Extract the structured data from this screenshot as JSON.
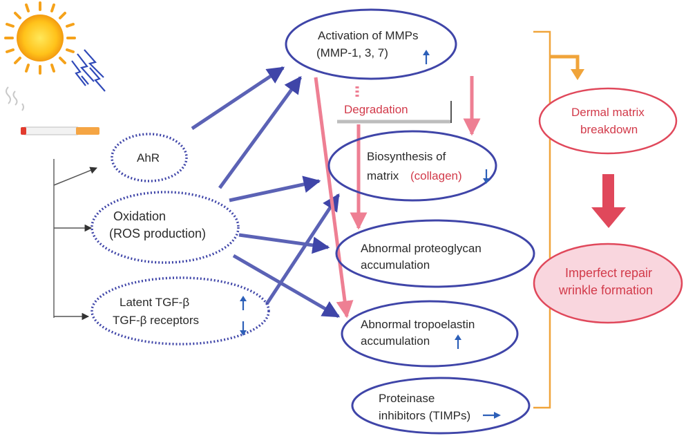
{
  "colors": {
    "blue_node": "#3f45a8",
    "blue_arrow": "#5b62b5",
    "red_arrow": "#ee7f93",
    "red_node": "#e0485b",
    "orange_bracket": "#f0a43a",
    "text": "#2a2a2a"
  },
  "icons": [
    "sun-icon",
    "uv-rays-icon",
    "cigarette-icon",
    "smoke-icon"
  ],
  "nodes": {
    "ahr": "AhR",
    "oxidation": [
      "Oxidation",
      "(ROS production)"
    ],
    "latent_tgf": [
      "Latent TGF-β",
      "TGF-β receptors"
    ],
    "mmp": [
      "Activation of MMPs",
      "(MMP-1, 3, 7)"
    ],
    "degradation": "Degradation",
    "biosynthesis": [
      "Biosynthesis of",
      "matrix",
      "(collagen)"
    ],
    "proteoglycan": [
      "Abnormal proteoglycan",
      "accumulation"
    ],
    "tropoelastin": [
      "Abnormal tropoelastin",
      "accumulation"
    ],
    "timps": [
      "Proteinase",
      "inhibitors (TIMPs)"
    ],
    "dermal": [
      "Dermal matrix",
      "breakdown"
    ],
    "repair": [
      "Imperfect repair",
      "wrinkle formation"
    ]
  }
}
